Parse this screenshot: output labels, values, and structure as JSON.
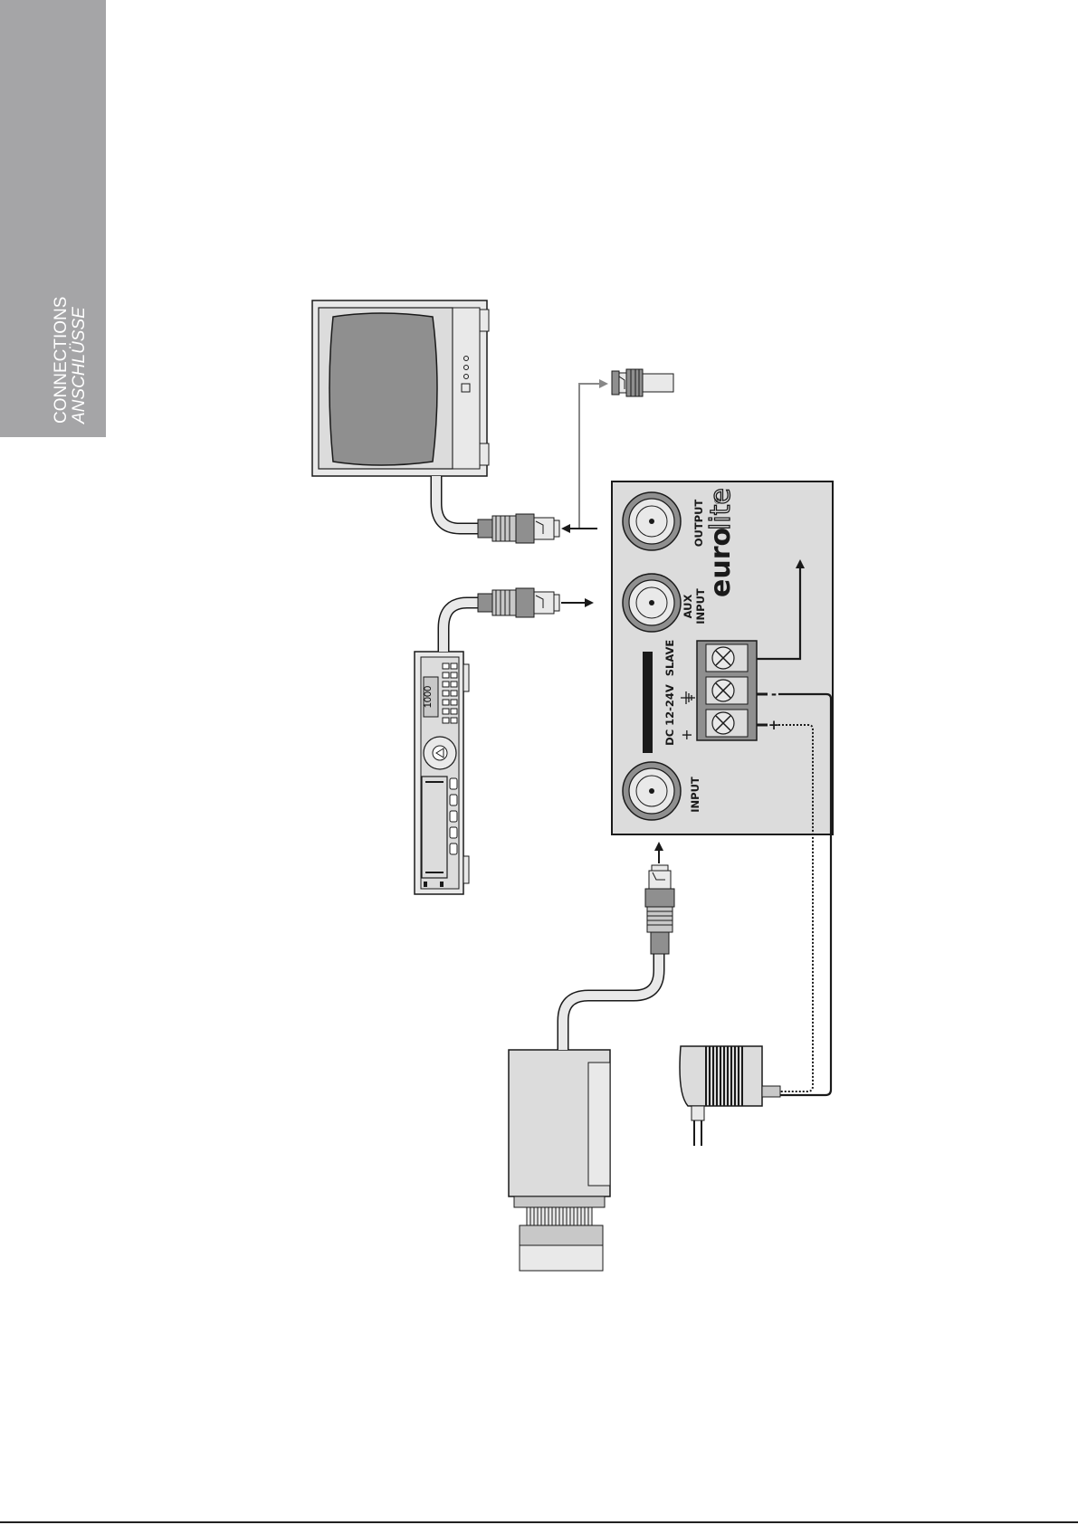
{
  "side_tab": {
    "line1": "CONNECTIONS",
    "line2": "ANSCHLÜSSE"
  },
  "device": {
    "label_output": "OUTPUT",
    "label_aux": "AUX",
    "label_aux_input": "INPUT",
    "label_input": "INPUT",
    "label_dc": "DC 12-24V",
    "label_slave": "SLAVE",
    "label_plus": "+",
    "brand_euro": "euro",
    "brand_lite": "lite",
    "brand_reg": "®"
  },
  "recorder": {
    "display_text": "1000"
  },
  "terminal_marks": {
    "minus": "-",
    "plus": "+"
  },
  "colors": {
    "device_body": "#dcdcdc",
    "outline": "#1a1a1a",
    "light_fill": "#e9e9e9",
    "mid_fill": "#c8c8c8",
    "dark_fill": "#8f8f8f",
    "side_tab": "#a5a5a7"
  }
}
